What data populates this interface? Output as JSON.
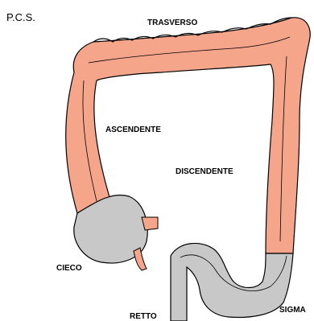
{
  "title": "P.C.S.",
  "labels": {
    "trasverso": "TRASVERSO",
    "ascendente": "ASCENDENTE",
    "discendente": "DISCENDENTE",
    "cieco": "CIECO",
    "retto": "RETTO",
    "sigma": "SIGMA"
  },
  "colors": {
    "colon": "#f4a58a",
    "shaded": "#c8c8c8",
    "outline": "#000000",
    "background": "#ffffff"
  }
}
